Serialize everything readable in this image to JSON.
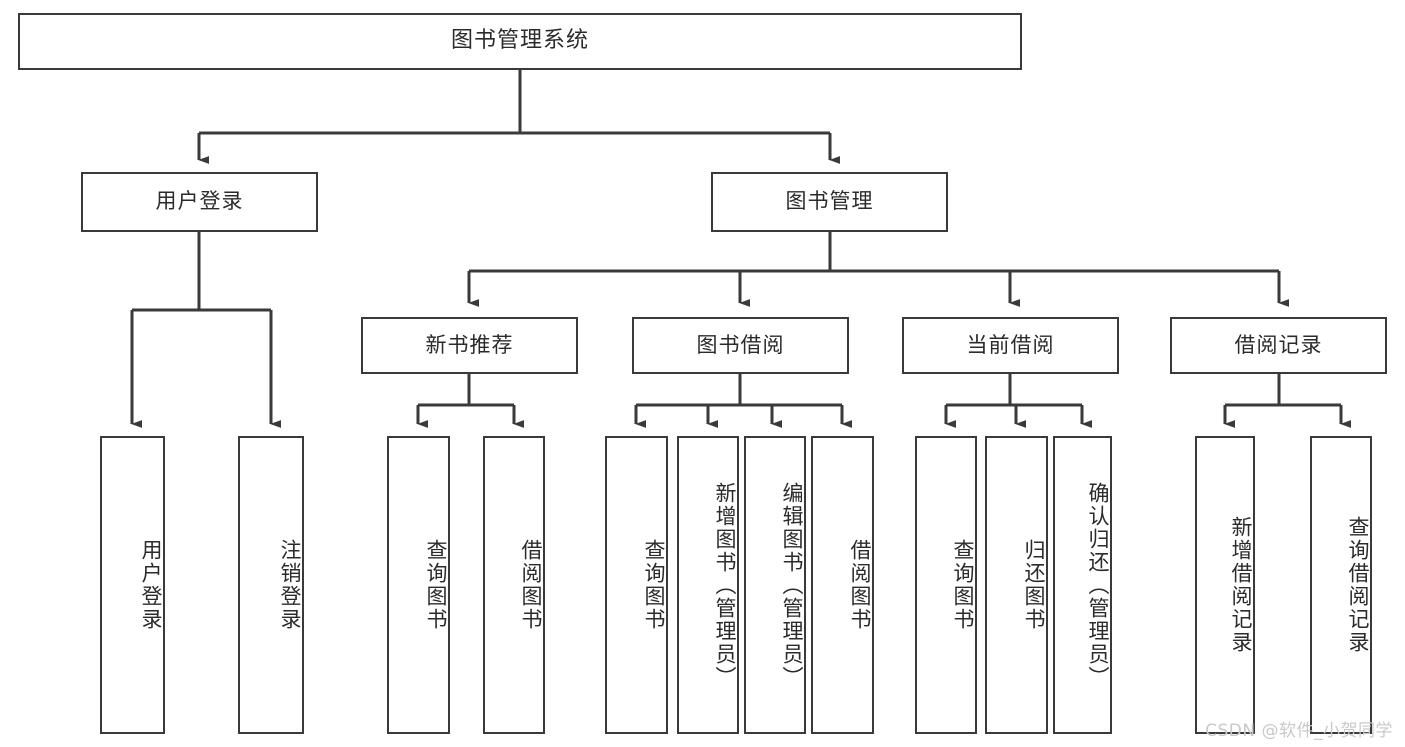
{
  "diagram": {
    "type": "tree",
    "title": "图书管理系统",
    "root": {
      "label": "图书管理系统"
    },
    "level1": [
      {
        "label": "用户登录"
      },
      {
        "label": "图书管理"
      }
    ],
    "level2": [
      {
        "label": "新书推荐"
      },
      {
        "label": "图书借阅"
      },
      {
        "label": "当前借阅"
      },
      {
        "label": "借阅记录"
      }
    ],
    "leaves": {
      "user_login": [
        {
          "label": "用户登录"
        },
        {
          "label": "注销登录"
        }
      ],
      "new_book_recommend": [
        {
          "label": "查询图书"
        },
        {
          "label": "借阅图书"
        }
      ],
      "book_borrow": [
        {
          "label": "查询图书"
        },
        {
          "label": "新增图书（管理员）"
        },
        {
          "label": "编辑图书（管理员）"
        },
        {
          "label": "借阅图书"
        }
      ],
      "current_borrow": [
        {
          "label": "查询图书"
        },
        {
          "label": "归还图书"
        },
        {
          "label": "确认归还（管理员）"
        }
      ],
      "borrow_record": [
        {
          "label": "新增借阅记录"
        },
        {
          "label": "查询借阅记录"
        }
      ]
    }
  },
  "watermark": {
    "text": "CSDN @软件_小贺同学"
  },
  "colors": {
    "stroke": "#3a3a3a",
    "text": "#2b2b2b",
    "background": "#ffffff",
    "watermark": "#c9c9c9"
  }
}
